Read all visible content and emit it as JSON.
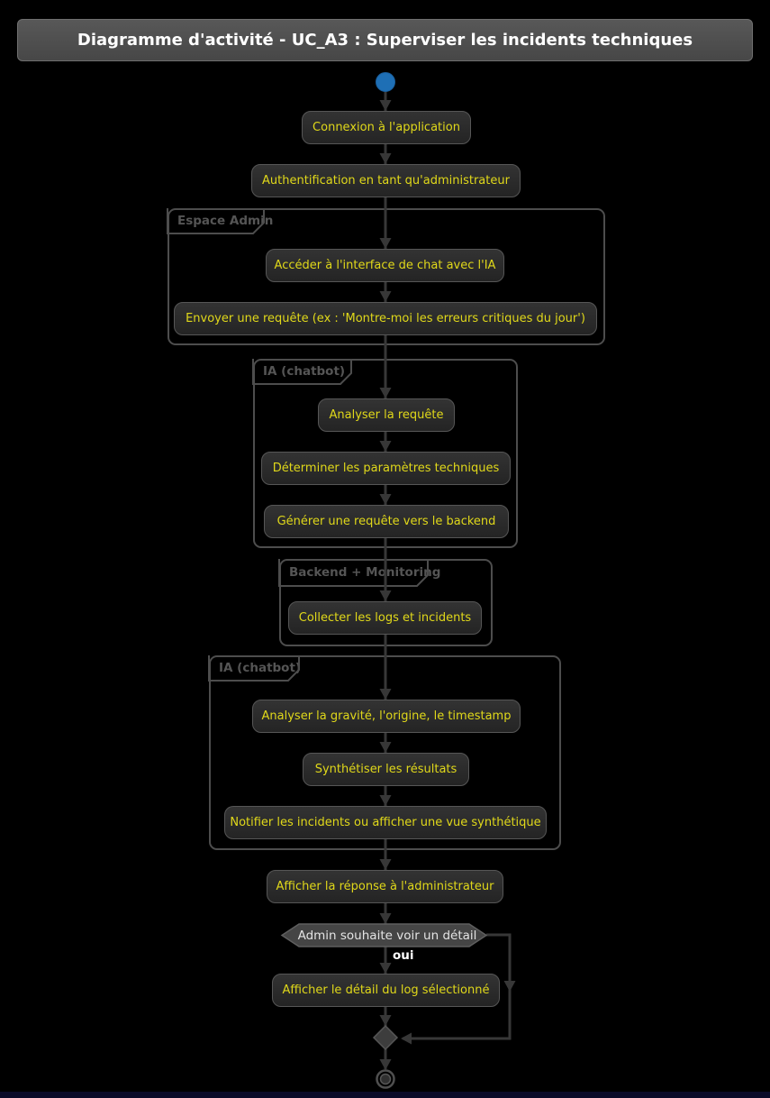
{
  "title": "Diagramme d'activité - UC_A3 : Superviser les incidents techniques",
  "partitions": {
    "espace_admin": "Espace Admin",
    "ia_chatbot_1": "IA (chatbot)",
    "backend_monitoring": "Backend + Monitoring",
    "ia_chatbot_2": "IA (chatbot)"
  },
  "activities": {
    "connexion": "Connexion à l'application",
    "authentification": "Authentification en tant qu'administrateur",
    "acceder_chat": "Accéder à l'interface de chat avec l'IA",
    "envoyer_requete": "Envoyer une requête (ex : 'Montre-moi les erreurs critiques du jour')",
    "analyser_requete": "Analyser la requête",
    "determiner_parametres": "Déterminer les paramètres techniques",
    "generer_requete": "Générer une requête vers le backend",
    "collecter_logs": "Collecter les logs et incidents",
    "analyser_gravite": "Analyser la gravité, l'origine, le timestamp",
    "synthetiser_resultats": "Synthétiser les résultats",
    "notifier_incidents": "Notifier les incidents ou afficher une vue synthétique",
    "afficher_reponse": "Afficher la réponse à l'administrateur",
    "afficher_detail": "Afficher le détail du log sélectionné"
  },
  "decision": {
    "question": "Admin souhaite voir un détail",
    "yes_label": "oui"
  },
  "colors": {
    "background": "#000000",
    "title_fill": "#4d4d4d",
    "title_text": "#ffffff",
    "activity_fill": "#2b2b2b",
    "activity_border": "#565656",
    "activity_text": "#e0d81a",
    "partition_border": "#4d4d4d",
    "partition_label": "#555555",
    "decision_fill": "#454545",
    "decision_text": "#e4e4e4",
    "connector": "#373737",
    "start_node": "#1e6fb5"
  }
}
